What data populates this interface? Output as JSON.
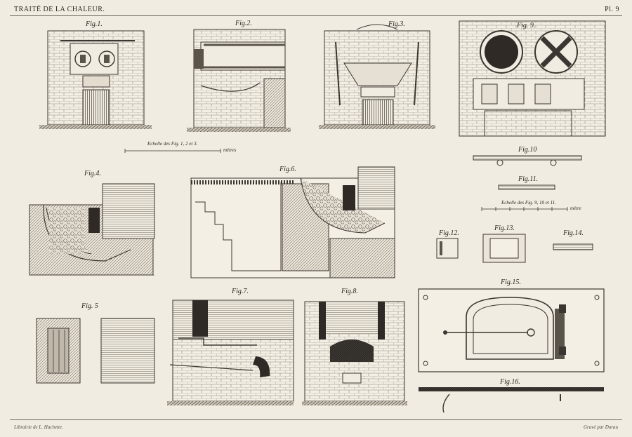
{
  "plate": {
    "title": "TRAITÉ DE LA CHALEUR.",
    "number": "Pl. 9"
  },
  "figures": {
    "fig1": "Fig.1.",
    "fig2": "Fig.2.",
    "fig3": "Fig.3.",
    "fig4": "Fig.4.",
    "fig5": "Fig. 5",
    "fig6": "Fig.6.",
    "fig7": "Fig.7.",
    "fig8": "Fig.8.",
    "fig9": "Fig. 9.",
    "fig10": "Fig.10",
    "fig11": "Fig.11.",
    "fig12": "Fig.12.",
    "fig13": "Fig.13.",
    "fig14": "Fig.14.",
    "fig15": "Fig.15.",
    "fig16": "Fig.16."
  },
  "scales": {
    "scale1_label": "Echelle des Fig. 1, 2 et 3.",
    "scale1_unit": "mètres",
    "scale2_label": "Echelle des Fig. 9, 10 et 11.",
    "scale2_unit": "mètre"
  },
  "footer": {
    "publisher": "Librairie de L. Hachette.",
    "engraver": "Gravé par Durau"
  },
  "colors": {
    "paper": "#f1ece1",
    "ink": "#2b2723",
    "shade": "#9a948a"
  }
}
